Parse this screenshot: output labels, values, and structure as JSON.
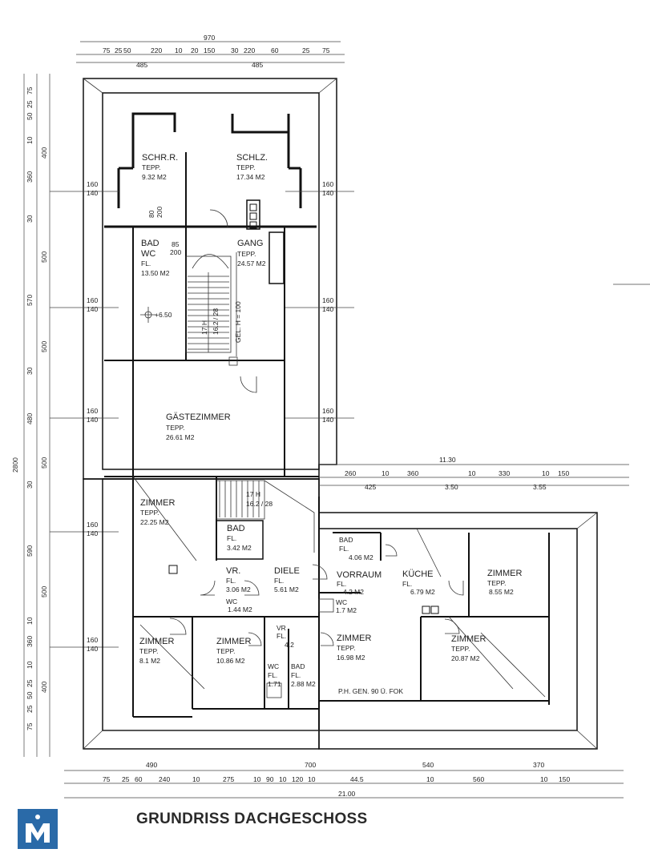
{
  "title": "GRUNDRISS DACHGESCHOSS",
  "colors": {
    "line": "#111111",
    "logo": "#2a6aa8"
  },
  "rooms": [
    {
      "name": "SCHR.R.",
      "floor": "TEPP.",
      "area": "9.32 M2"
    },
    {
      "name": "SCHLZ.",
      "floor": "TEPP.",
      "area": "17.34 M2"
    },
    {
      "name": "BAD",
      "name2": "WC",
      "floor": "FL.",
      "area": "13.50 M2"
    },
    {
      "name": "GANG",
      "floor": "TEPP.",
      "area": "24.57 M2"
    },
    {
      "name": "GÄSTEZIMMER",
      "floor": "TEPP.",
      "area": "26.61 M2"
    },
    {
      "name": "ZIMMER",
      "floor": "TEPP.",
      "area": "22.25 M2"
    },
    {
      "name": "BAD",
      "floor": "FL.",
      "area": "3.42 M2"
    },
    {
      "name": "VR.",
      "floor": "FL.",
      "area": "3.06 M2"
    },
    {
      "name": "DIELE",
      "floor": "FL.",
      "area": "5.61 M2"
    },
    {
      "name": "WC",
      "floor": "",
      "area": "1.44 M2"
    },
    {
      "name": "ZIMMER",
      "floor": "TEPP.",
      "area": "8.1 M2"
    },
    {
      "name": "ZIMMER",
      "floor": "TEPP.",
      "area": "10.86 M2"
    },
    {
      "name": "VR",
      "floor": "FL.",
      "area": "4.2"
    },
    {
      "name": "WC",
      "floor": "FL.",
      "area": "1.71"
    },
    {
      "name": "BAD",
      "floor": "FL.",
      "area": "2.88 M2"
    },
    {
      "name": "ZIMMER",
      "floor": "TEPP.",
      "area": "16.98 M2"
    },
    {
      "name": "BAD",
      "floor": "FL.",
      "area": "4.06 M2"
    },
    {
      "name": "VORRAUM",
      "floor": "FL.",
      "area": "4.2 M2"
    },
    {
      "name": "WC",
      "floor": "",
      "area": "1.7 M2"
    },
    {
      "name": "KÜCHE",
      "floor": "FL.",
      "area": "6.79 M2"
    },
    {
      "name": "ZIMMER",
      "floor": "TEPP.",
      "area": "8.55 M2"
    },
    {
      "name": "ZIMMER",
      "floor": "TEPP.",
      "area": "20.87 M2"
    }
  ],
  "annotations": {
    "level": "+6.50",
    "stair_upper": "17 H",
    "stair_upper2": "16.2 / 28",
    "stair_lower": "17 H",
    "stair_lower2": "16.2 / 28",
    "railing": "GEL. H = 100",
    "skylight": "P.H. GEN. 90 Ü. FOK"
  },
  "dims": {
    "top_total": "970",
    "top_row": [
      "75",
      "25",
      "50",
      "220",
      "10",
      "20",
      "150",
      "30",
      "220",
      "60",
      "25",
      "75"
    ],
    "top_halves": [
      "485",
      "485"
    ],
    "left_col": [
      "10",
      "50",
      "25",
      "75",
      "400",
      "360",
      "30",
      "500",
      "570",
      "500",
      "30",
      "480",
      "2800",
      "500",
      "30",
      "590",
      "500",
      "10",
      "360",
      "10",
      "400",
      "25",
      "50",
      "25",
      "75"
    ],
    "window_pairs": [
      "160",
      "140"
    ],
    "right_total": "11.30",
    "right_row": [
      "260",
      "10",
      "360",
      "10",
      "330",
      "10",
      "150"
    ],
    "right_row2": [
      "425",
      "3.50",
      "3.55"
    ],
    "bottom_row1": [
      "490",
      "700",
      "540",
      "370"
    ],
    "bottom_row2": [
      "75",
      "25",
      "60",
      "240",
      "10",
      "275",
      "10",
      "90",
      "10",
      "120",
      "10",
      "44.5",
      "10",
      "560",
      "10",
      "150"
    ],
    "bottom_total": "21.00",
    "doors": [
      "85",
      "200",
      "80",
      "200"
    ]
  }
}
